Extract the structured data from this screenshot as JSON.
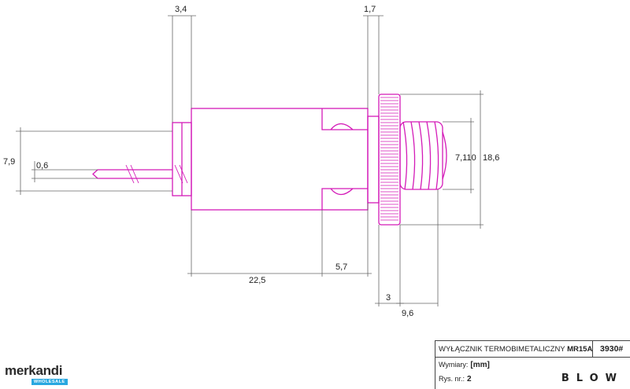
{
  "dimensions": {
    "d_3_4": "3,4",
    "d_1_7": "1,7",
    "d_7_9": "7,9",
    "d_0_6": "0,6",
    "d_7_110": "7,110",
    "d_18_6": "18,6",
    "d_22_5": "22,5",
    "d_5_7": "5,7",
    "d_3": "3",
    "d_9_6": "9,6"
  },
  "title_block": {
    "product_prefix": "WYŁĄCZNIK TERMOBIMETALICZNY",
    "product_model": "MR15A",
    "code": "3930#",
    "dims_label": "Wymiary:",
    "dims_value": "[mm]",
    "drawing_label": "Rys. nr.:",
    "drawing_value": "2"
  },
  "brand": "BLOW",
  "logo": {
    "name": "merkandi",
    "tagline": "WHOLESALE"
  },
  "colors": {
    "part": "#d41bb8",
    "dimension": "#555555",
    "badge": "#29a8e0"
  }
}
